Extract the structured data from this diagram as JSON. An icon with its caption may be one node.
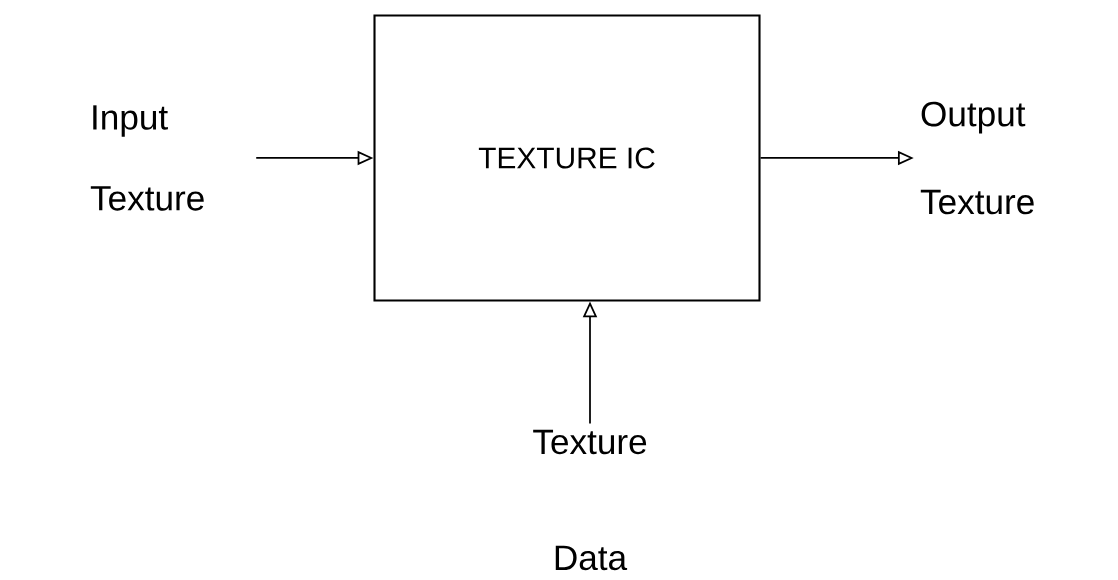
{
  "diagram": {
    "nodes": [
      {
        "text": [
          "TEXTURE IC"
        ]
      },
      {
        "text": [
          "Input Texture"
        ]
      },
      {
        "text": [
          "Output Texture"
        ]
      },
      {
        "text": [
          "Texture Data"
        ]
      }
    ],
    "edges": [
      {
        "from": 1,
        "to": 0,
        "arrow": "to"
      },
      {
        "from": 0,
        "to": 2,
        "arrow": "to"
      },
      {
        "from": 3,
        "to": 0,
        "arrow": "to"
      }
    ]
  }
}
